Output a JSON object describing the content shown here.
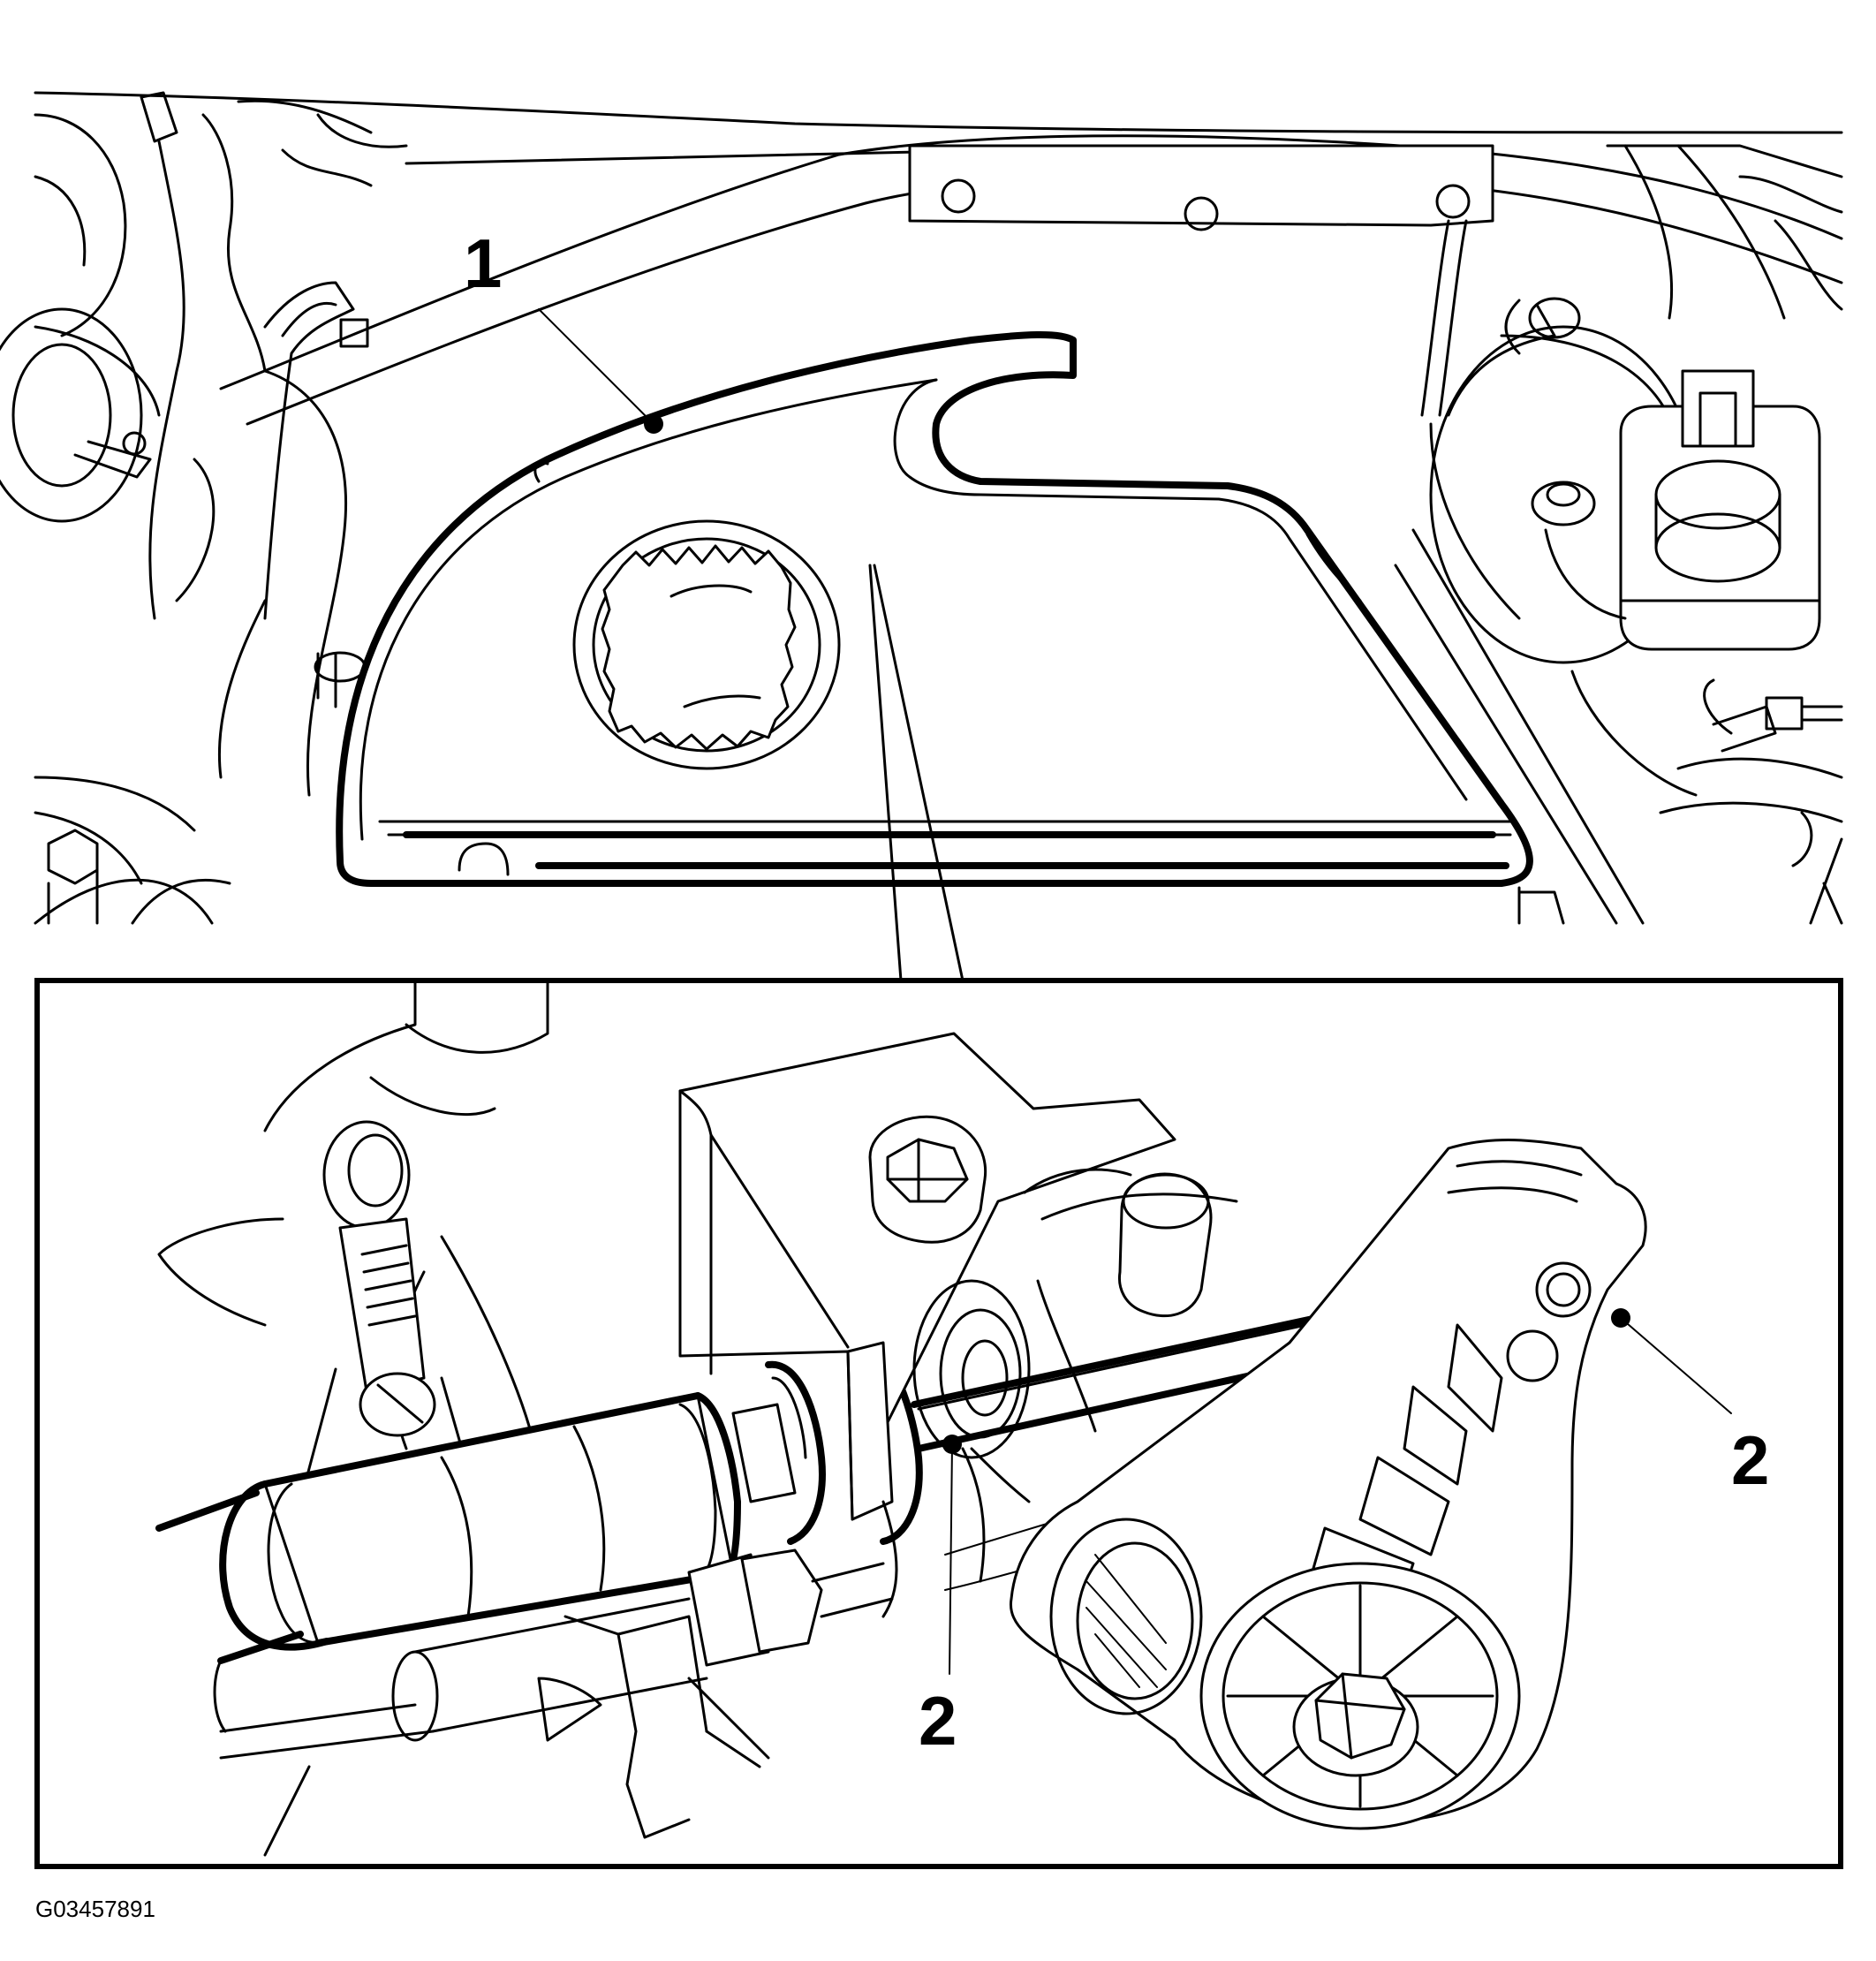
{
  "callouts": {
    "one": "1",
    "two_left": "2",
    "two_right": "2"
  },
  "figure_id": "G03457891",
  "colors": {
    "line": "#000000",
    "background": "#ffffff"
  }
}
